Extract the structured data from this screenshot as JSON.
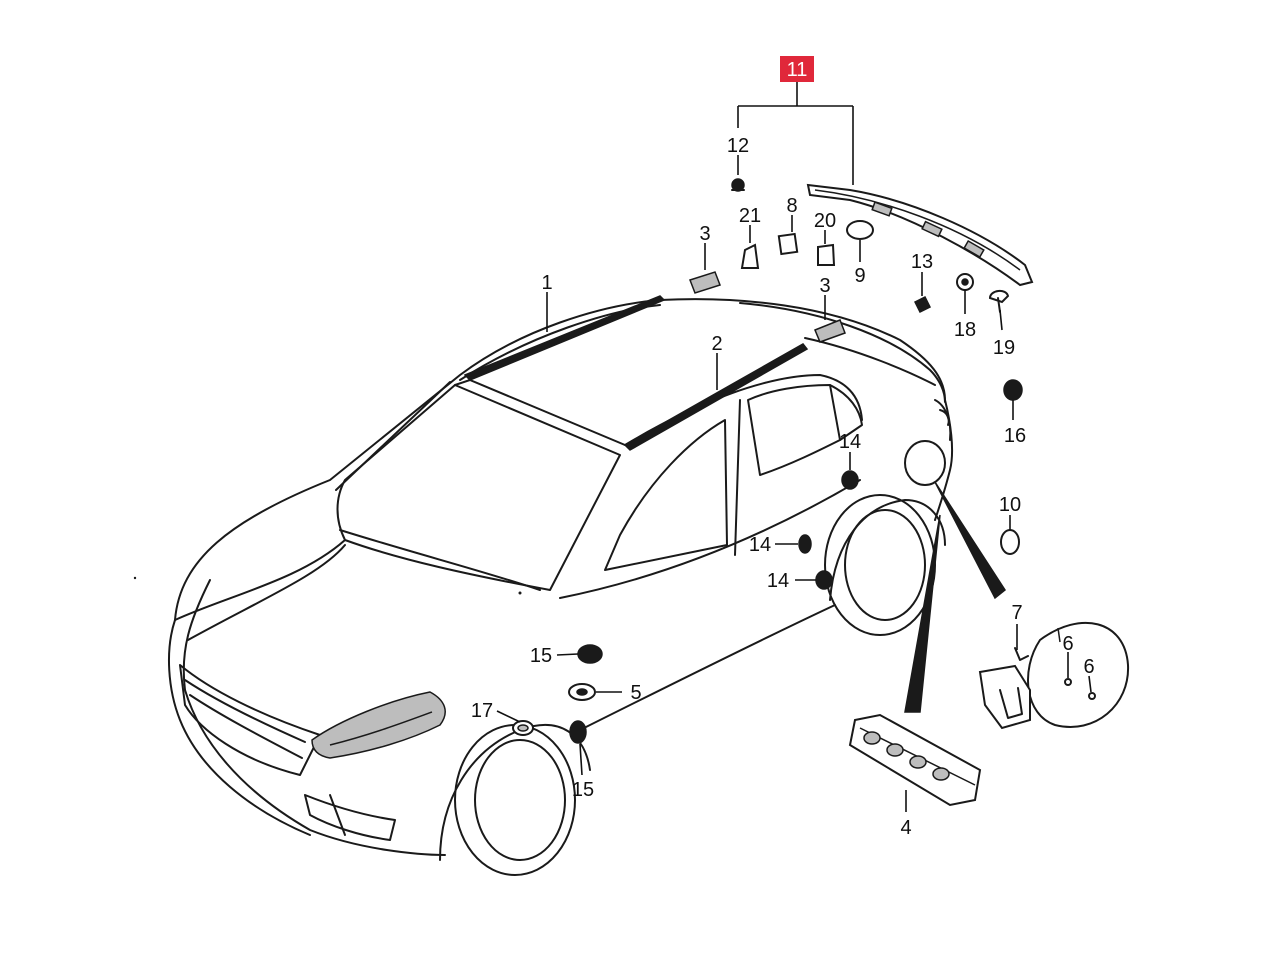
{
  "colors": {
    "highlight": "#e0283a",
    "line": "#1a1a1a",
    "background": "#ffffff"
  },
  "callouts": {
    "c1": "1",
    "c2": "2",
    "c3a": "3",
    "c3b": "3",
    "c4": "4",
    "c5": "5",
    "c6a": "6",
    "c6b": "6",
    "c7": "7",
    "c8": "8",
    "c9": "9",
    "c10": "10",
    "c11": "11",
    "c12": "12",
    "c13": "13",
    "c14a": "14",
    "c14b": "14",
    "c14c": "14",
    "c15a": "15",
    "c15b": "15",
    "c16": "16",
    "c17": "17",
    "c18": "18",
    "c19": "19",
    "c20": "20",
    "c21": "21"
  }
}
